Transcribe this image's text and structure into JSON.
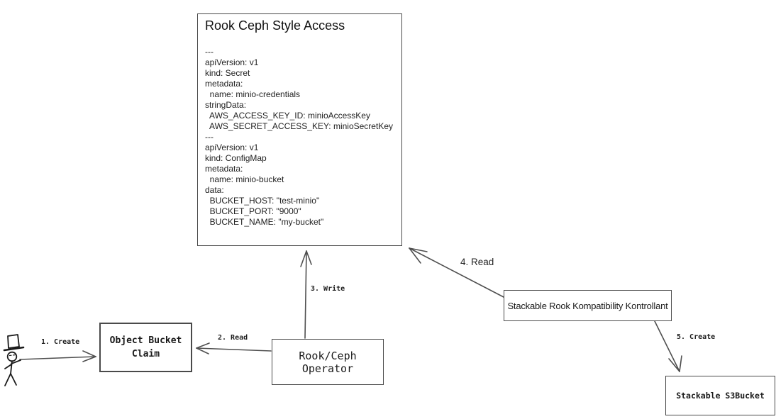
{
  "main_box": {
    "title": "Rook Ceph Style Access",
    "yaml_lines": [
      "---",
      "apiVersion: v1",
      "kind: Secret",
      "metadata:",
      "  name: minio-credentials",
      "stringData:",
      "  AWS_ACCESS_KEY_ID: minioAccessKey",
      "  AWS_SECRET_ACCESS_KEY: minioSecretKey",
      "---",
      "apiVersion: v1",
      "kind: ConfigMap",
      "metadata:",
      "  name: minio-bucket",
      "data:",
      "  BUCKET_HOST: \"test-minio\"",
      "  BUCKET_PORT: \"9000\"",
      "  BUCKET_NAME: \"my-bucket\""
    ]
  },
  "nodes": {
    "object_bucket_claim": "Object Bucket\nClaim",
    "rook_ceph_operator": "Rook/Ceph Operator",
    "stackable_kontrollant": "Stackable Rook Kompatibility Kontrollant",
    "stackable_s3bucket": "Stackable S3Bucket"
  },
  "arrow_labels": {
    "step1": "1. Create",
    "step2": "2. Read",
    "step3": "3. Write",
    "step4": "4. Read",
    "step5": "5. Create"
  },
  "icons": {
    "actor": "stick-figure-with-top-hat"
  },
  "colors": {
    "background": "#ffffff",
    "line": "#4f4f4f",
    "text": "#1a1a1a"
  }
}
